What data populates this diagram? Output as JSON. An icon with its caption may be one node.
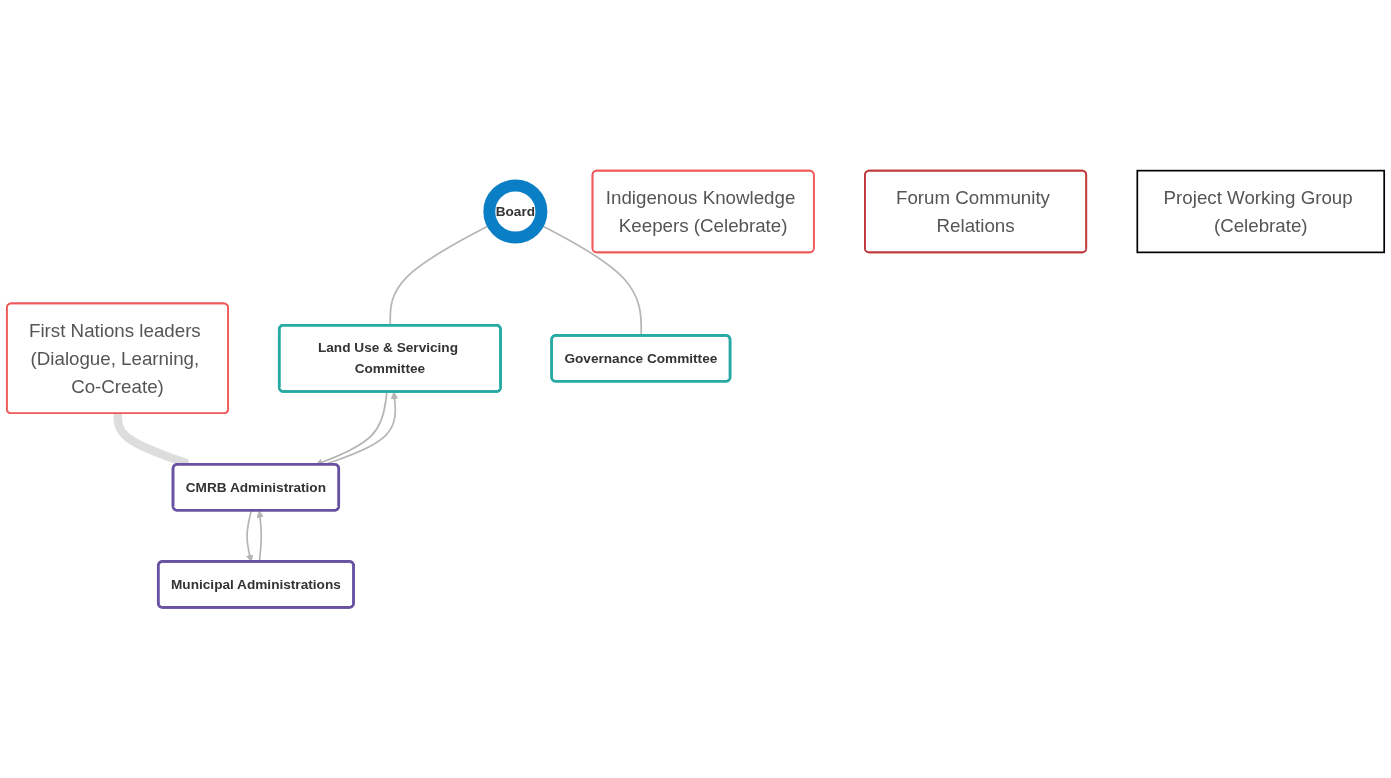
{
  "diagram": {
    "nodes": [
      {
        "text": [
          "Board"
        ]
      },
      {
        "text": [
          "First Nations leaders (Dialogue, Learning, Co-Create)"
        ]
      },
      {
        "text": [
          "Indigenous Knowledge Keepers (Celebrate)"
        ]
      },
      {
        "text": [
          "Land Use & Servicing Committee"
        ]
      },
      {
        "text": [
          "Governance Committee"
        ]
      },
      {
        "text": [
          "Municipal Administrations"
        ]
      },
      {
        "text": [
          "CMRB Administration"
        ]
      },
      {
        "text": [
          "Forum Community Relations"
        ]
      },
      {
        "text": [
          "Project Working Group (Celebrate)"
        ]
      }
    ],
    "edges": [
      {
        "from": 0,
        "to": 3,
        "arrow": "none"
      },
      {
        "from": 0,
        "to": 4,
        "arrow": "none"
      },
      {
        "from": 6,
        "to": 3,
        "arrow": "to"
      },
      {
        "from": 3,
        "to": 6,
        "arrow": "to"
      },
      {
        "from": 6,
        "to": 5,
        "arrow": "to"
      },
      {
        "from": 5,
        "to": 6,
        "arrow": "to"
      },
      {
        "from": 1,
        "to": 6,
        "arrow": "to",
        "style": "thick",
        "color": "#dddddd"
      }
    ]
  }
}
